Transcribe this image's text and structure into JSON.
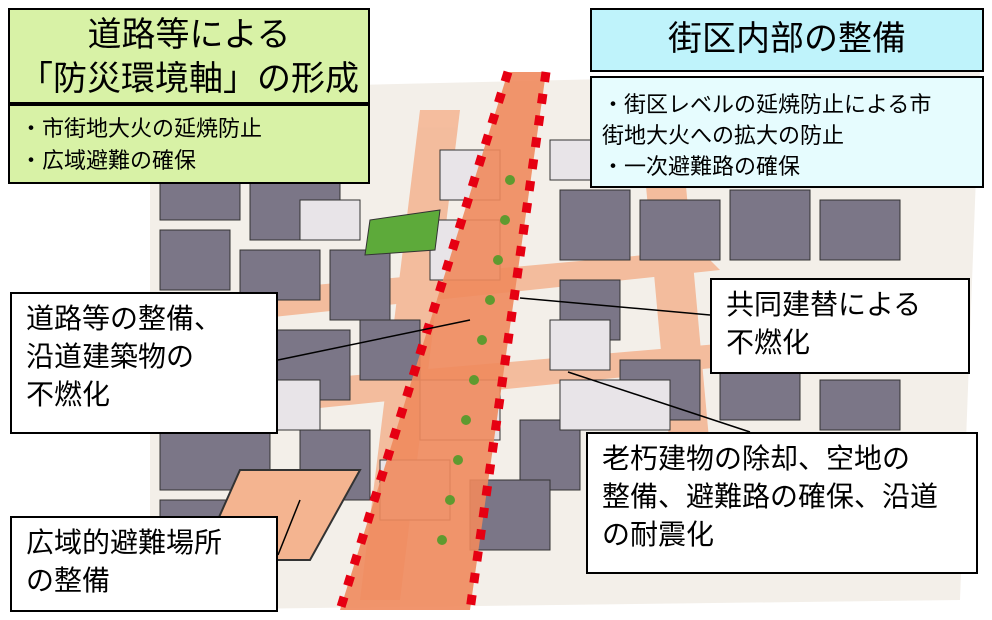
{
  "top_left": {
    "title_lines": [
      "道路等による",
      "「防災環境軸」の形成"
    ],
    "bullets": [
      "・市街地大火の延焼防止",
      "・広域避難の確保"
    ]
  },
  "top_right": {
    "title": "街区内部の整備",
    "bullets": [
      "・街区レベルの延焼防止による市",
      "街地大火への拡大の防止",
      "・一次避難路の確保"
    ]
  },
  "callouts": {
    "road_lines": [
      "道路等の整備、",
      "沿道建築物の",
      "不燃化"
    ],
    "joint_lines": [
      "共同建替による",
      "不燃化"
    ],
    "old_lines": [
      "老朽建物の除却、空地の",
      "整備、避難路の確保、沿道",
      "の耐震化"
    ],
    "evac_lines": [
      "広域的避難場所",
      "の整備"
    ]
  },
  "colors": {
    "green_box": "#d8f2a6",
    "cyan_title": "#bff3fb",
    "cyan_box": "#e6fcfe",
    "road": "#f08a5d",
    "road_marker": "#e60012",
    "building": "#6b6675",
    "park": "#5daa3a"
  }
}
